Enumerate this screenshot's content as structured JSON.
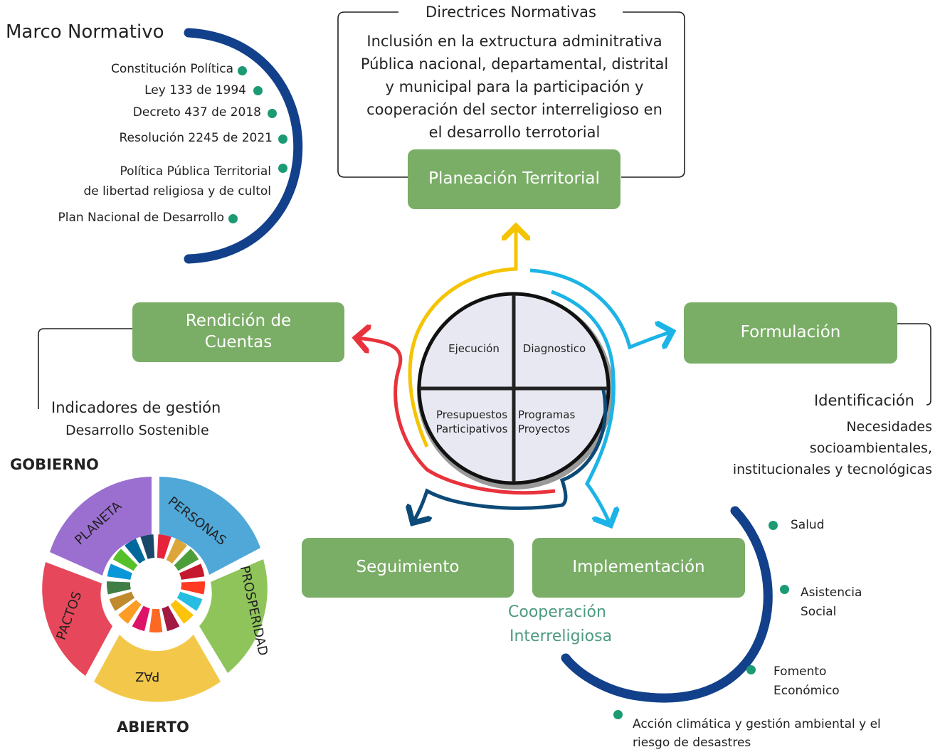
{
  "marco": {
    "title": "Marco Normativo",
    "items": [
      "Constitución Política",
      "Ley 133 de 1994",
      "Decreto 437 de 2018",
      "Resolución 2245 de 2021",
      "Política Pública Territorial",
      "de libertad religiosa y de cultol",
      "Plan Nacional  de Desarrollo"
    ]
  },
  "directrices": {
    "title": "Directrices Normativas",
    "lines": [
      "Inclusión en la extructura adminitrativa",
      "Pública nacional, departamental, distrital",
      "y municipal para la participación y",
      "cooperación del sector interreligioso en",
      "el desarrollo terrotorial"
    ]
  },
  "boxes": {
    "planeacion": "Planeación Territorial",
    "rendicion_1": "Rendición de",
    "rendicion_2": "Cuentas",
    "formulacion": "Formulación",
    "seguimiento": "Seguimiento",
    "implementacion": "Implementación"
  },
  "rendicion_notes": {
    "line1": "Indicadores de gestión",
    "line2": "Desarrollo Sostenible"
  },
  "formulacion_notes": {
    "title": "Identificación",
    "line1": "Necesidades",
    "line2": "socioambientales,",
    "line3": "institucionales y tecnológicas"
  },
  "cycle": {
    "q1": "Ejecución",
    "q2": "Diagnostico",
    "q3_1": "Presupuestos",
    "q3_2": "Participativos",
    "q4_1": "Programas",
    "q4_2": "Proyectos"
  },
  "cooperacion": {
    "line1": "Cooperación",
    "line2": "Interreligiosa"
  },
  "sectors": {
    "salud": "Salud",
    "asistencia_1": "Asistencia",
    "asistencia_2": "Social",
    "fomento_1": "Fomento",
    "fomento_2": "Económico",
    "accion_1": "Acción climática y gestión ambiental y el",
    "accion_2": "riesgo de desastres"
  },
  "ods": {
    "top": "GOBIERNO",
    "bottom": "ABIERTO",
    "planeta": "PLANETA",
    "personas": "PERSONAS",
    "prosperidad": "PROSPERIDAD",
    "paz": "PAZ",
    "pactos": "PACTOS"
  },
  "colors": {
    "navy": "#12408a",
    "green_box": "#7aad66",
    "dot": "#1b9a74",
    "yellow": "#f5c400",
    "red": "#e8323c",
    "cyan": "#1cb4e6",
    "teal_text": "#4d9a80",
    "dark_blue": "#0c4a78"
  }
}
